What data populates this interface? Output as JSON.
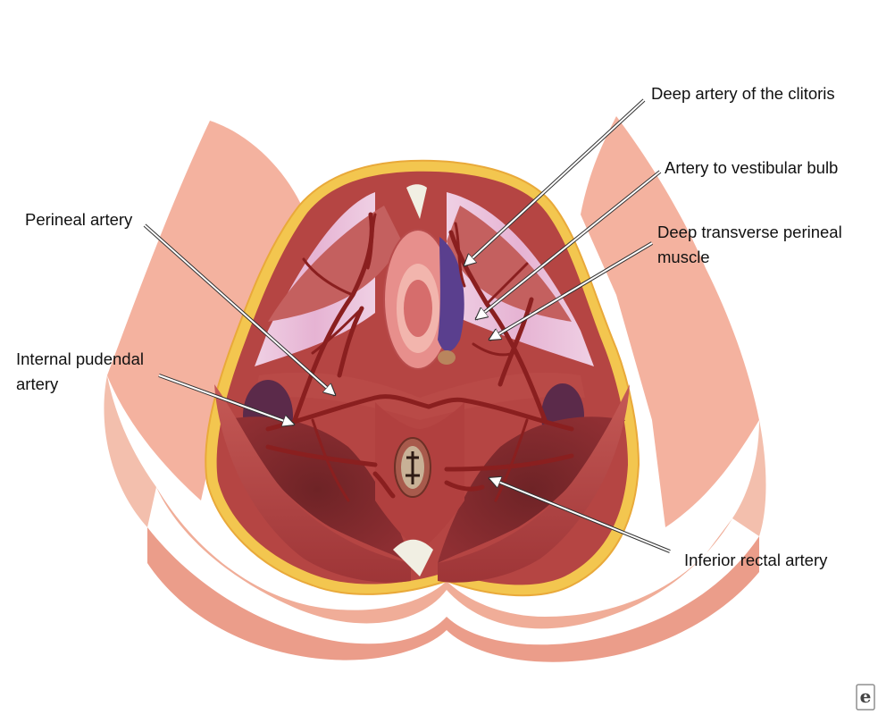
{
  "labels": {
    "deep_artery_clitoris": "Deep artery of the clitoris",
    "artery_vestibular_bulb": "Artery to vestibular bulb",
    "deep_transverse_line1": "Deep transverse perineal",
    "deep_transverse_line2": "muscle",
    "perineal_artery": "Perineal artery",
    "internal_pudendal_line1": "Internal pudendal",
    "internal_pudendal_line2": "artery",
    "inferior_rectal_artery": "Inferior rectal artery"
  },
  "logo": {
    "icon": "e-logo-icon",
    "letter": "e"
  }
}
